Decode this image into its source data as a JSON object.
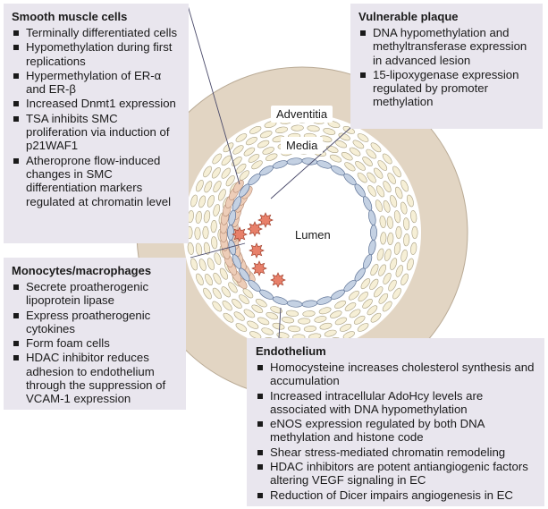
{
  "layer_labels": {
    "adventitia": "Adventitia",
    "media": "Media",
    "lumen": "Lumen"
  },
  "smooth_muscle": {
    "title": "Smooth muscle cells",
    "items": [
      "Terminally differentiated cells",
      "Hypomethylation during first replications",
      "Hypermethylation of ER-α and ER-β",
      "Increased Dnmt1 expression",
      "TSA inhibits SMC proliferation via induction of p21WAF1",
      "Atheroprone flow-induced changes in SMC differentiation markers regulated at chromatin level"
    ]
  },
  "monocytes": {
    "title": "Monocytes/macrophages",
    "items": [
      "Secrete proatherogenic lipoprotein lipase",
      "Express proatherogenic cytokines",
      "Form foam cells",
      "HDAC inhibitor reduces adhesion to endothelium through the suppression of VCAM-1 expression"
    ]
  },
  "vulnerable_plaque": {
    "title": "Vulnerable plaque",
    "items": [
      "DNA hypomethylation and methyltransferase expression in advanced lesion",
      "15-lipoxygenase expression regulated by promoter methylation"
    ]
  },
  "endothelium": {
    "title": "Endothelium",
    "items": [
      "Homocysteine increases cholesterol synthesis and accumulation",
      "Increased intracellular AdoHcy levels are associated with DNA hypomethylation",
      "eNOS expression regulated by both DNA methylation and histone code",
      "Shear stress-mediated chromatin remodeling",
      "HDAC inhibitors are potent antiangiogenic factors altering VEGF signaling in EC",
      "Reduction of Dicer impairs angiogenesis in EC"
    ]
  },
  "colors": {
    "adventitia": "#e2d5c3",
    "smooth_muscle_cell": "#f6efd6",
    "endothelial_cell": "#c4d1e3",
    "plaque": "#edcdb8",
    "foam_cell": "#e8806a",
    "box_bg": "#e9e6ee"
  }
}
